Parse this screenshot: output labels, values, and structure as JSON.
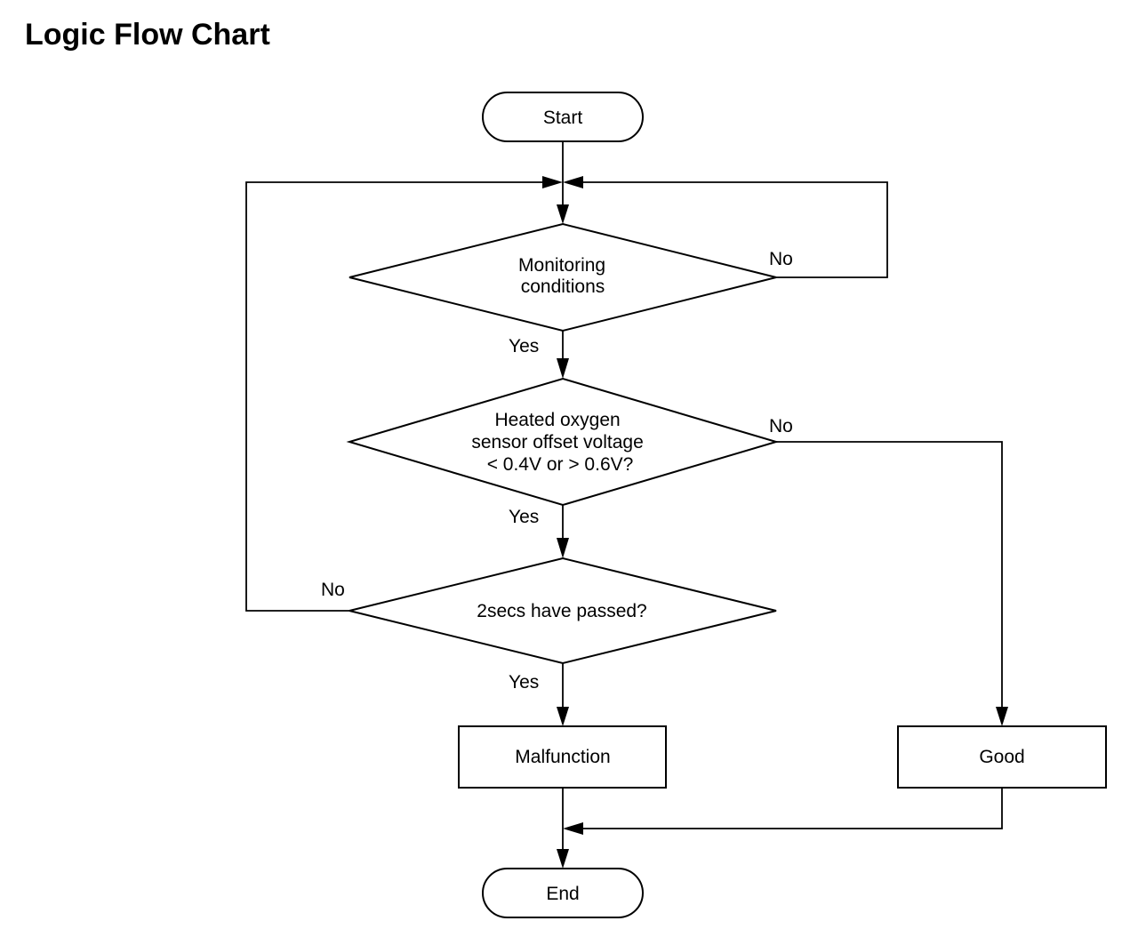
{
  "title": "Logic Flow Chart",
  "nodes": {
    "start": {
      "shape": "terminal",
      "text": "Start"
    },
    "monitoring": {
      "shape": "decision",
      "lines": [
        "Monitoring",
        "conditions"
      ]
    },
    "voltage": {
      "shape": "decision",
      "lines": [
        "Heated oxygen",
        "sensor offset voltage",
        "< 0.4V or > 0.6V?"
      ]
    },
    "timer": {
      "shape": "decision",
      "lines": [
        "2secs have passed?"
      ]
    },
    "malfunction": {
      "shape": "process",
      "text": "Malfunction"
    },
    "good": {
      "shape": "process",
      "text": "Good"
    },
    "end": {
      "shape": "terminal",
      "text": "End"
    }
  },
  "edges": [
    {
      "from": "start",
      "to": "monitoring",
      "label": ""
    },
    {
      "from": "monitoring",
      "to": "voltage",
      "label": "Yes"
    },
    {
      "from": "monitoring",
      "to": "monitoring",
      "label": "No"
    },
    {
      "from": "voltage",
      "to": "timer",
      "label": "Yes"
    },
    {
      "from": "voltage",
      "to": "good",
      "label": "No"
    },
    {
      "from": "timer",
      "to": "malfunction",
      "label": "Yes"
    },
    {
      "from": "timer",
      "to": "monitoring",
      "label": "No"
    },
    {
      "from": "malfunction",
      "to": "end",
      "label": ""
    },
    {
      "from": "good",
      "to": "end",
      "label": ""
    }
  ]
}
